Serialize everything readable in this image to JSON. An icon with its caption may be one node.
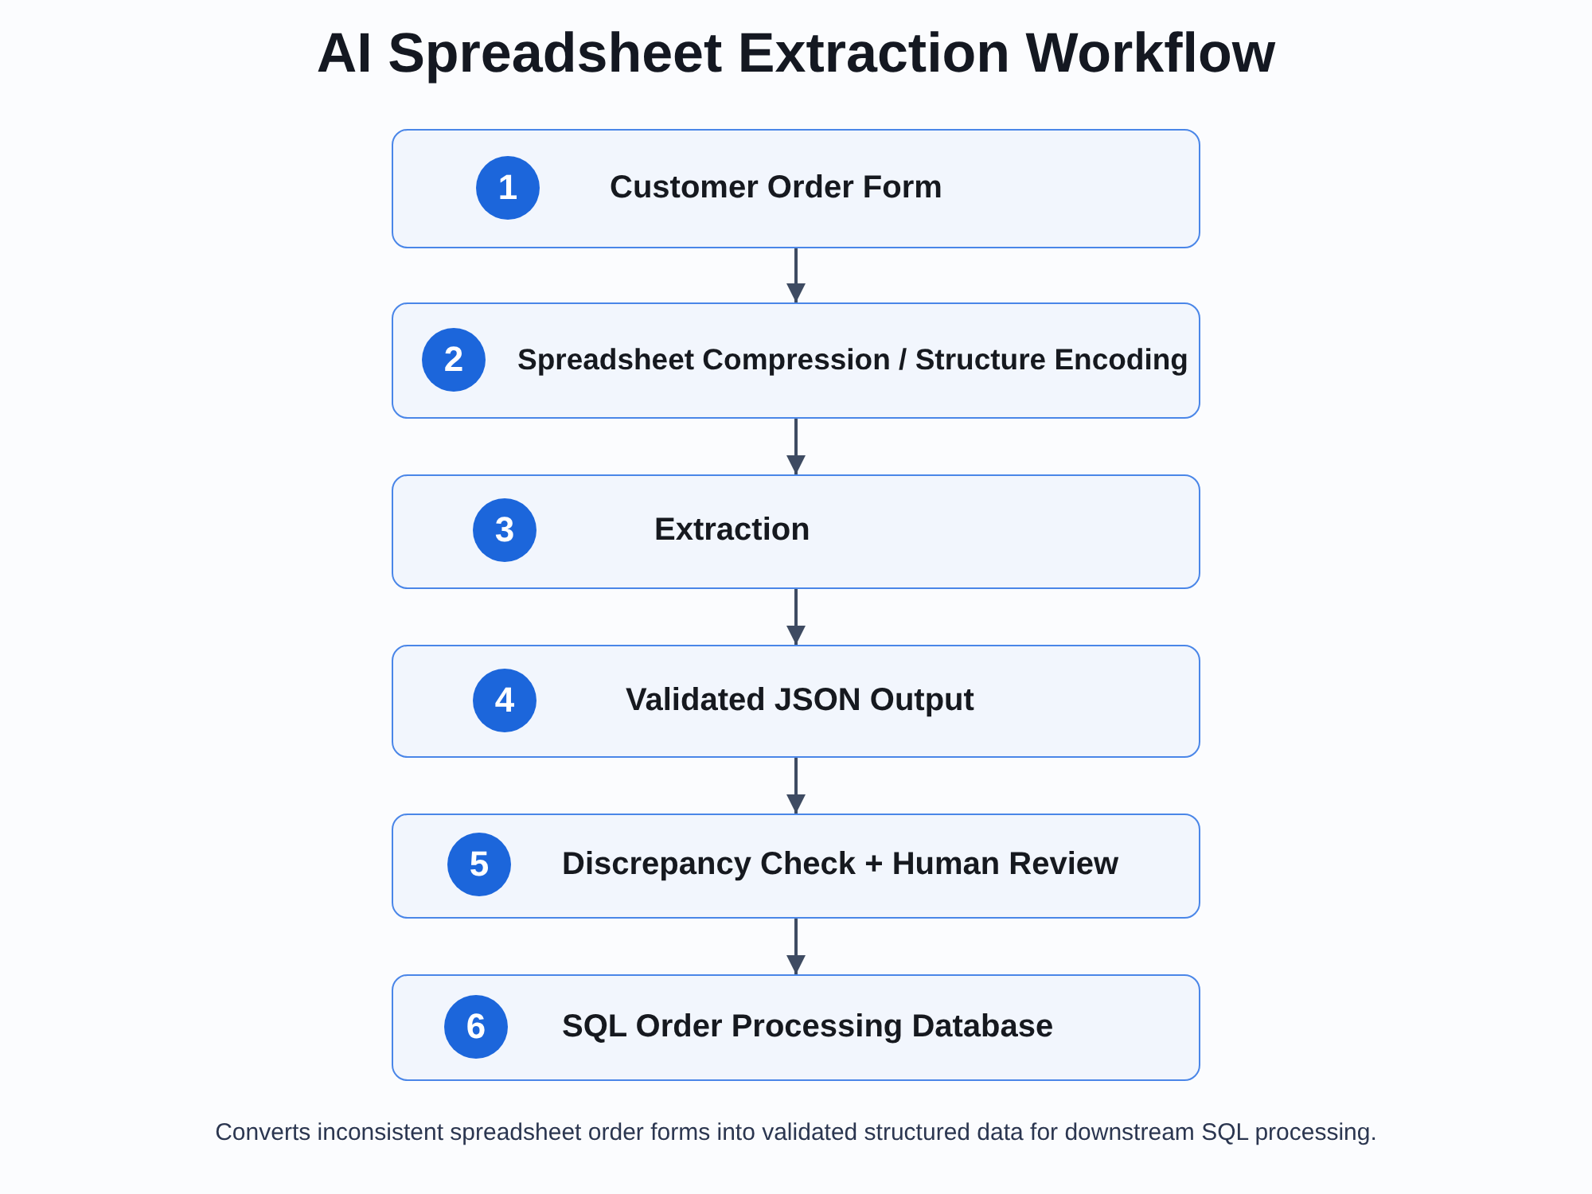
{
  "diagram": {
    "title": "AI Spreadsheet Extraction Workflow",
    "caption": "Converts inconsistent spreadsheet order forms into validated structured data for downstream SQL processing.",
    "nodes": [
      {
        "text": [
          "1",
          "Customer Order Form"
        ]
      },
      {
        "text": [
          "2",
          "Spreadsheet Compression / Structure Encoding"
        ]
      },
      {
        "text": [
          "3",
          "Extraction"
        ]
      },
      {
        "text": [
          "4",
          "Validated JSON Output"
        ]
      },
      {
        "text": [
          "5",
          "Discrepancy Check + Human Review"
        ]
      },
      {
        "text": [
          "6",
          "SQL Order Processing Database"
        ]
      }
    ],
    "edges": [
      {
        "from": 0,
        "to": 1,
        "arrow": "to"
      },
      {
        "from": 1,
        "to": 2,
        "arrow": "to"
      },
      {
        "from": 2,
        "to": 3,
        "arrow": "to"
      },
      {
        "from": 3,
        "to": 4,
        "arrow": "to"
      },
      {
        "from": 4,
        "to": 5,
        "arrow": "to"
      }
    ]
  }
}
